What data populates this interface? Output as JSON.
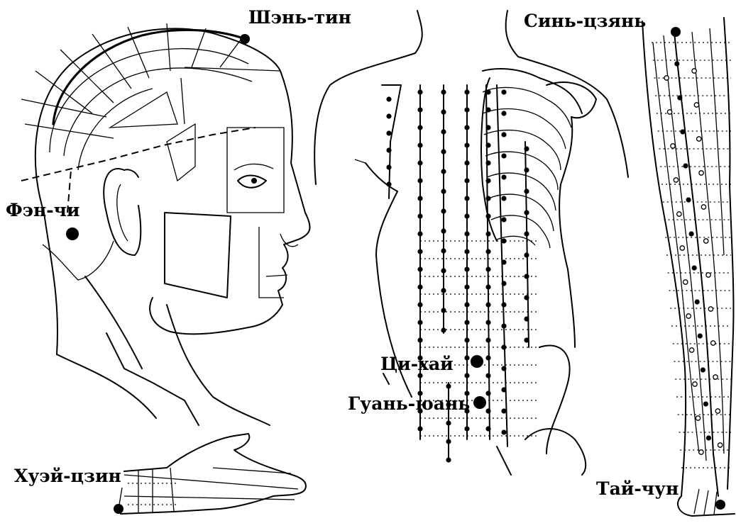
{
  "labels": {
    "shen_ting": "Шэнь-тин",
    "sin_tszyan": "Синь-цзянь",
    "fen_chi": "Фэн-чи",
    "tsi_hai": "Ци-хай",
    "guan_yuan": "Гуань-юань",
    "huei_tszin": "Хуэй-цзин",
    "tai_chun": "Тай-чун"
  }
}
